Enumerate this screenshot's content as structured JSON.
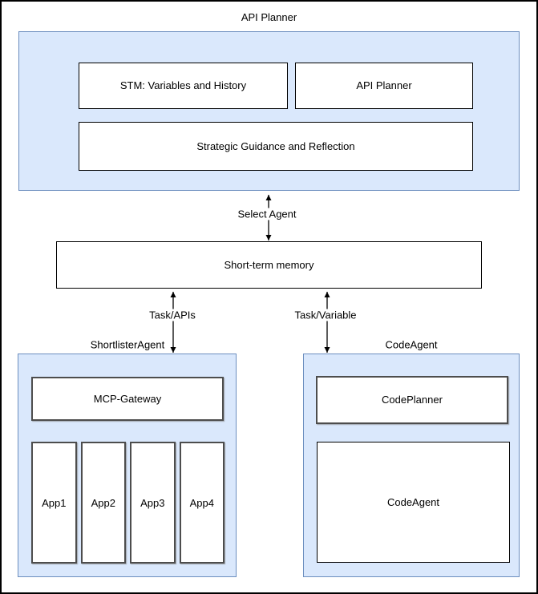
{
  "diagram": {
    "api_planner_section": {
      "title": "API Planner",
      "stm_box": "STM: Variables and History",
      "api_planner_box": "API Planner",
      "strategic_box": "Strategic Guidance and Reflection"
    },
    "memory": {
      "label": "Short-term memory"
    },
    "edges": {
      "select_agent": "Select Agent",
      "task_apis": "Task/APIs",
      "task_variable": "Task/Variable"
    },
    "shortlister_section": {
      "title": "ShortlisterAgent",
      "gateway_box": "MCP-Gateway",
      "apps": [
        "App1",
        "App2",
        "App3",
        "App4"
      ]
    },
    "code_section": {
      "title": "CodeAgent",
      "planner_box": "CodePlanner",
      "agent_box": "CodeAgent"
    },
    "colors": {
      "container_fill": "#dae8fc",
      "container_border": "#6c8ebf",
      "node_border": "#000000",
      "thick_node_border": "#4d4d4d",
      "arrow": "#000000"
    }
  }
}
